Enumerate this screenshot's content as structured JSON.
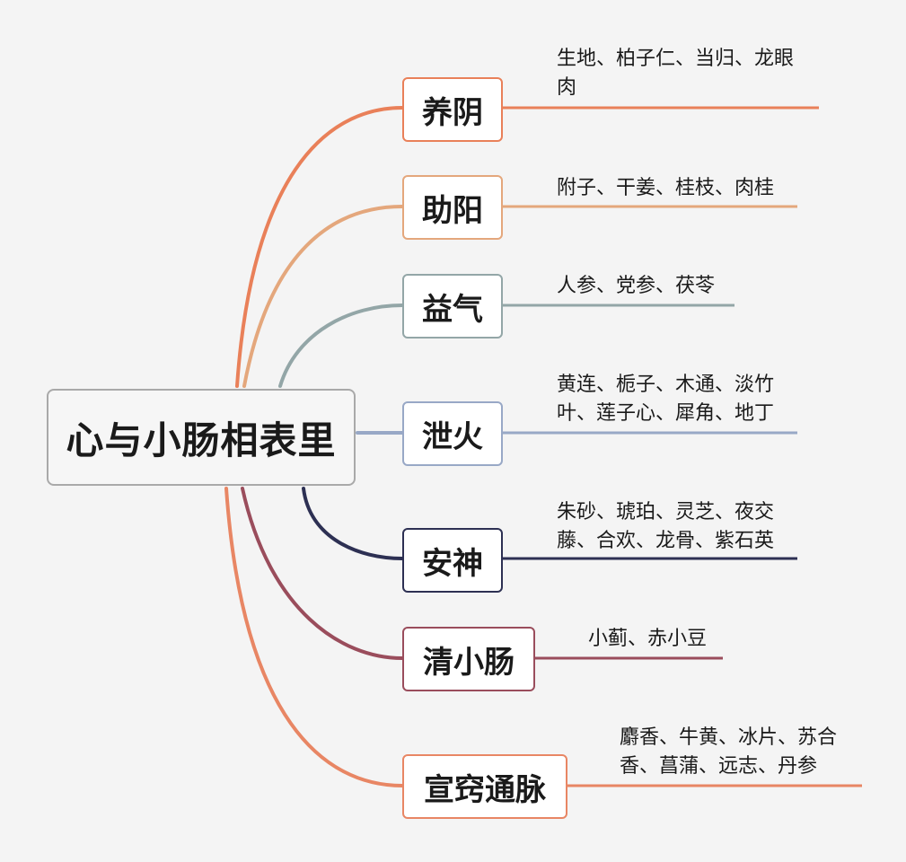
{
  "root": {
    "label": "心与小肠相表里"
  },
  "branches": [
    {
      "label": "养阴",
      "color": "#e98059",
      "herbs": [
        "生地、柏子仁、当归、龙眼",
        "肉"
      ]
    },
    {
      "label": "助阳",
      "color": "#e4a77c",
      "herbs": [
        "附子、干姜、桂枝、肉桂"
      ]
    },
    {
      "label": "益气",
      "color": "#93a6a7",
      "herbs": [
        "人参、党参、茯苓"
      ]
    },
    {
      "label": "泄火",
      "color": "#98a8c6",
      "herbs": [
        "黄连、栀子、木通、淡竹",
        "叶、莲子心、犀角、地丁"
      ]
    },
    {
      "label": "安神",
      "color": "#2d3053",
      "herbs": [
        "朱砂、琥珀、灵芝、夜交",
        "藤、合欢、龙骨、紫石英"
      ]
    },
    {
      "label": "清小肠",
      "color": "#9a4d5c",
      "herbs": [
        "小蓟、赤小豆"
      ]
    },
    {
      "label": "宣窍通脉",
      "color": "#e88664",
      "herbs": [
        "麝香、牛黄、冰片、苏合",
        "香、菖蒲、远志、丹参"
      ]
    }
  ]
}
